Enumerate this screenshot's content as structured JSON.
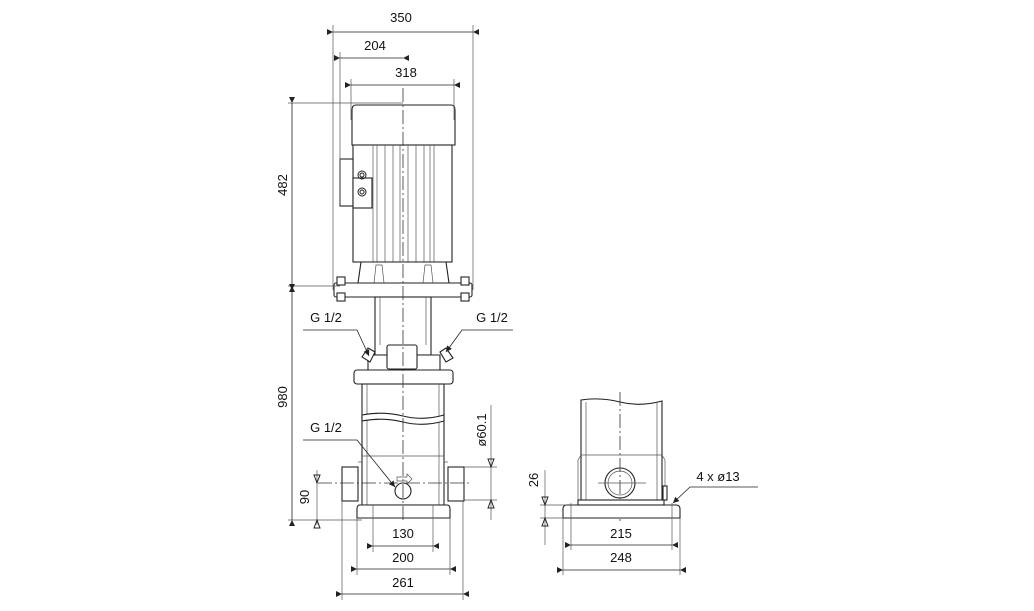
{
  "front_view": {
    "dims": {
      "overall_width": "350",
      "motor_offset": "204",
      "motor_width": "318",
      "motor_height": "482",
      "pump_height": "980",
      "port_height": "90",
      "port_spacing": "130",
      "base_inner": "200",
      "flange_to_flange": "261",
      "pipe_diameter": "ø60.1"
    },
    "labels": {
      "vent_left": "G 1/2",
      "vent_right": "G 1/2",
      "drain": "G 1/2"
    }
  },
  "side_view": {
    "dims": {
      "base_thickness": "26",
      "hole_spacing": "215",
      "base_width": "248"
    },
    "labels": {
      "mounting_holes": "4 x ø13"
    }
  }
}
